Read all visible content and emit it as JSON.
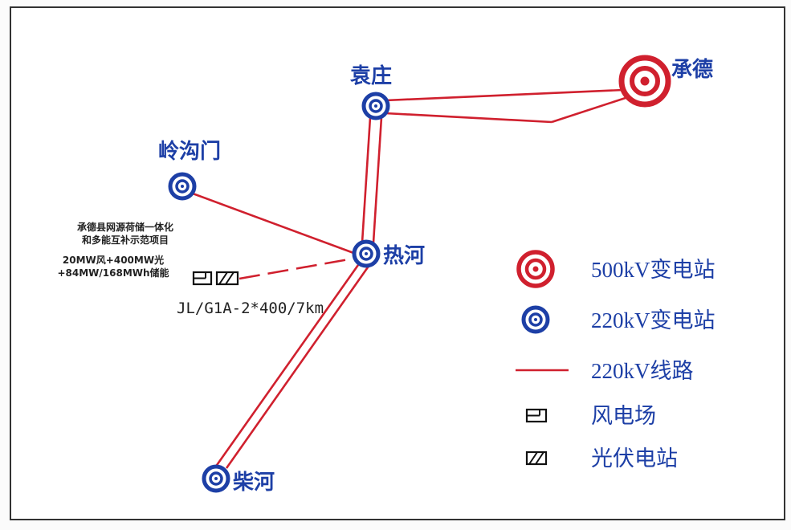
{
  "stations": {
    "chengde": "承德",
    "yuanzhuang": "袁庄",
    "linggoumen": "岭沟门",
    "rehe": "热河",
    "chaihe": "柴河"
  },
  "project": {
    "line1": "承德县网源荷储一体化",
    "line2": "和多能互补示范项目",
    "line3": "20MW风+400MW光",
    "line4": "+84MW/168MWh储能"
  },
  "connection": {
    "conductor": "JL/G1A-2*400/7km"
  },
  "legend": {
    "item_500kv": "500kV变电站",
    "item_220kv": "220kV变电站",
    "item_line": "220kV线路",
    "item_wind": "风电场",
    "item_pv": "光伏电站"
  },
  "colors": {
    "line_red": "#d0202e",
    "station_blue": "#1d3fa6",
    "substation_500_red": "#d0202e",
    "label_blue": "#1d3fa6"
  },
  "icons": {
    "substation_500kv": "concentric-red-circles-icon",
    "substation_220kv": "concentric-blue-circles-icon",
    "wind_farm": "wind-farm-icon",
    "pv_station": "pv-station-icon"
  }
}
